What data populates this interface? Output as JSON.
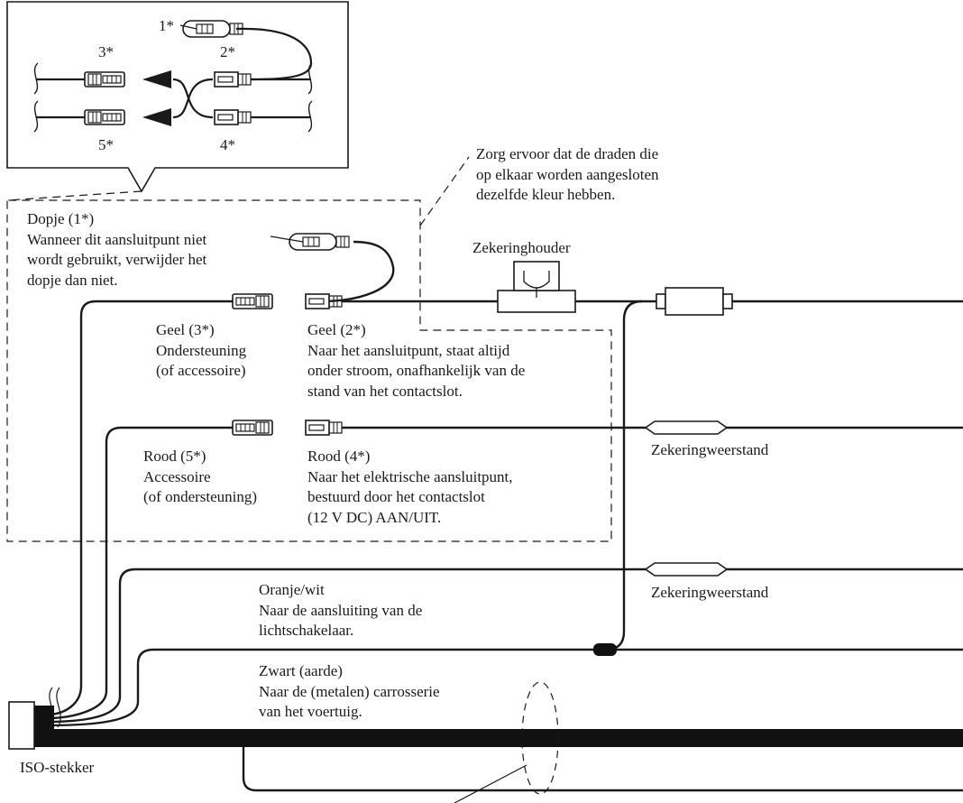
{
  "inset": {
    "markers": [
      "1*",
      "2*",
      "3*",
      "4*",
      "5*"
    ]
  },
  "note_same_color": [
    "Zorg ervoor dat de draden die",
    "op elkaar worden aangesloten",
    "dezelfde kleur hebben."
  ],
  "cap": [
    "Dopje (1*)",
    "Wanneer dit aansluitpunt niet",
    "wordt gebruikt, verwijder het",
    "dopje dan niet."
  ],
  "fuse_holder": "Zekeringhouder",
  "yellow3": [
    "Geel (3*)",
    "Ondersteuning",
    "(of accessoire)"
  ],
  "yellow2": [
    "Geel (2*)",
    "Naar het aansluitpunt, staat altijd",
    "onder stroom, onafhankelijk van de",
    "stand van het contactslot."
  ],
  "red5": [
    "Rood (5*)",
    "Accessoire",
    "(of ondersteuning)"
  ],
  "red4": [
    "Rood (4*)",
    "Naar het elektrische aansluitpunt,",
    "bestuurd door het contactslot",
    "(12 V DC) AAN/UIT."
  ],
  "fuse_resistor_1": "Zekeringweerstand",
  "fuse_resistor_2": "Zekeringweerstand",
  "orange": [
    "Oranje/wit",
    "Naar de aansluiting van de",
    "lichtschakelaar."
  ],
  "black": [
    "Zwart (aarde)",
    "Naar de (metalen) carrosserie",
    "van het voertuig."
  ],
  "iso_connector": "ISO-stekker"
}
